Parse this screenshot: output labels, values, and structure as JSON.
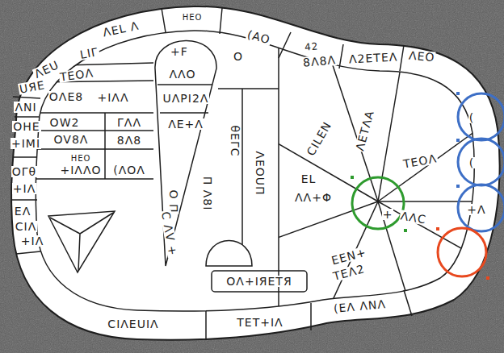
{
  "diagram": {
    "labels": [
      "ΛEL Λ",
      "HEO",
      "(AO",
      "42",
      "8Λ8Λ",
      "Λ2ETEΛ",
      "ΛEO",
      "ΛEU",
      "UЯE",
      "ΛNI",
      "OHE",
      "+IMI",
      "OΓθ",
      "+IΛ",
      "EΛ",
      "CIΛ",
      "+IΛ",
      "LIΓ",
      "+F",
      "O",
      "TEOΛ",
      "OΛE8",
      "+IΛΛ",
      "ΛΛO",
      "UΛPI2Λ",
      "ΓΛΛ",
      "ΛE+Λ",
      "θEΓC",
      "OW2",
      "OV8Λ",
      "8Λ8",
      "HEO",
      "+IΛΛO",
      "(ΛOΛ",
      "O Π",
      "Π Λ8I",
      "ΛEOUΠ",
      "EL",
      "ΛΛ+Φ",
      "CILEN",
      "ΛETΛA",
      "TEOΛ",
      "ΛΛC",
      "EEN+",
      "TEΛ2",
      "(EΛ ΛNΛ",
      "OΛ+IЯETЯ",
      "CIΛEUIΛ",
      "TET+IΛ",
      "C ΛV +",
      "(",
      "(",
      "+Λ",
      "+"
    ]
  }
}
